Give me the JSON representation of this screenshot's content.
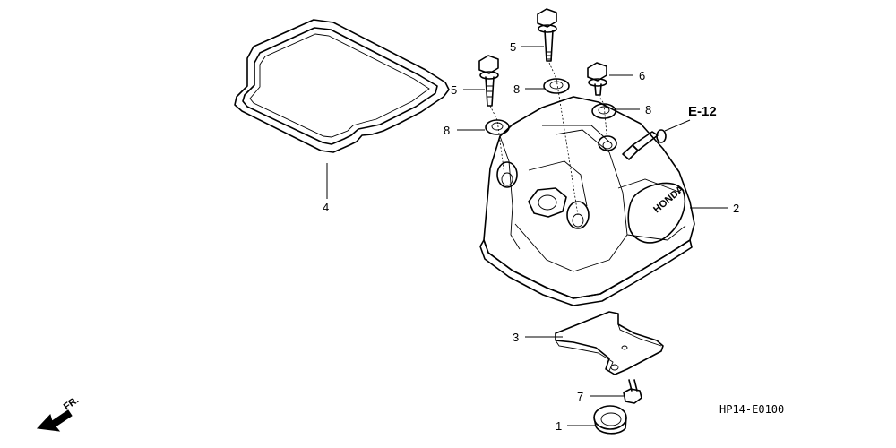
{
  "callouts": {
    "c1": "1",
    "c2": "2",
    "c3": "3",
    "c4": "4",
    "c5a": "5",
    "c5b": "5",
    "c6": "6",
    "c7": "7",
    "c8a": "8",
    "c8b": "8",
    "c8c": "8"
  },
  "reference": "E-12",
  "diagram_code": "HP14-E0100",
  "front_label": "FR.",
  "logo_text": "HONDA"
}
